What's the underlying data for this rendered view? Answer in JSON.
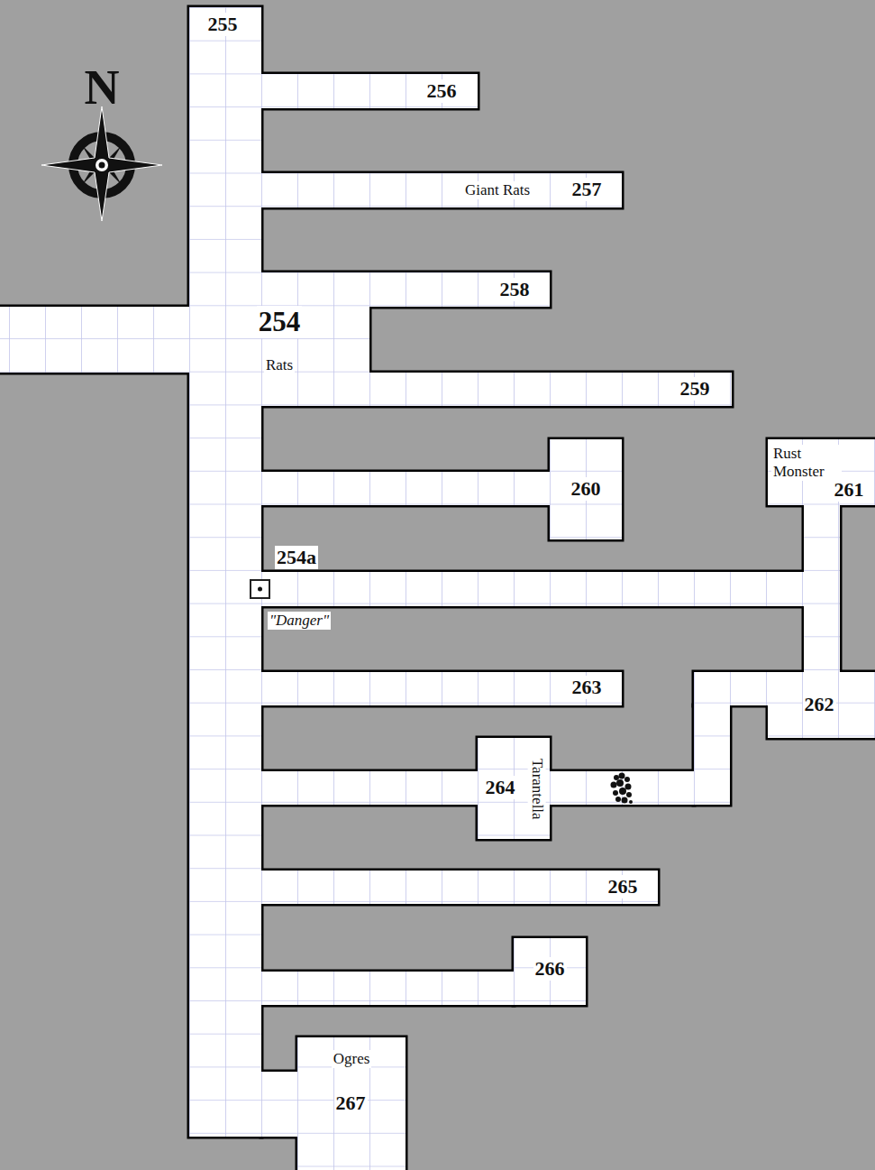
{
  "diagram": {
    "labels": [
      "N",
      "255",
      "256",
      "Giant Rats",
      "257",
      "258",
      "254",
      "Rats",
      "259",
      "Rust Monster",
      "261",
      "260",
      "254a",
      "\"Danger\"",
      "263",
      "262",
      "264",
      "Tarantella",
      "265",
      "266",
      "Ogres",
      "267"
    ]
  }
}
